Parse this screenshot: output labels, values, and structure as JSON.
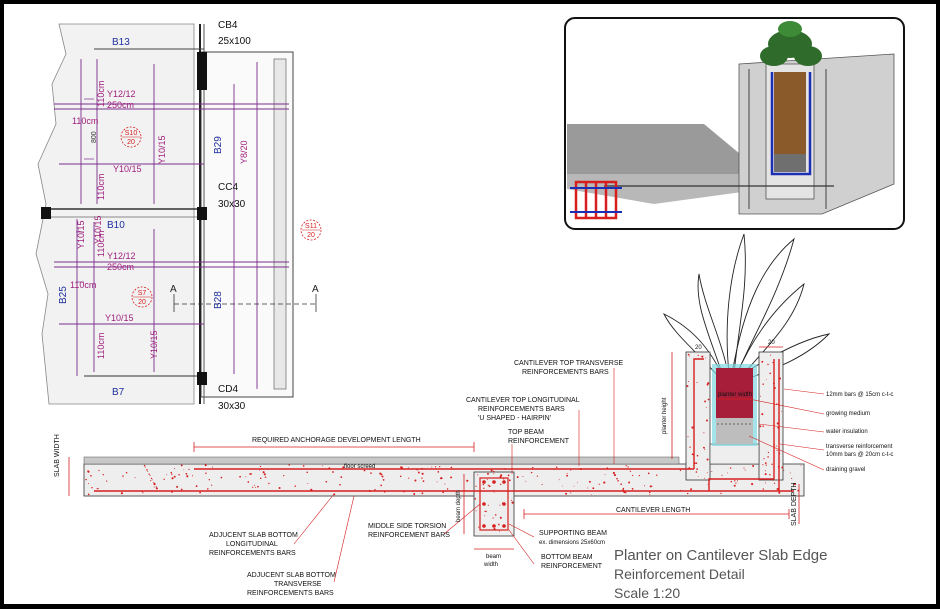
{
  "plan": {
    "beams": [
      "B13",
      "B10",
      "B7",
      "B25",
      "B29",
      "B28"
    ],
    "columns": [
      {
        "name": "CB4",
        "dims": "25x100"
      },
      {
        "name": "CC4",
        "dims": "30x30"
      },
      {
        "name": "CD4",
        "dims": "30x30"
      }
    ],
    "rebar": [
      "Y12/12",
      "250cm",
      "Y10/15",
      "Y10/15",
      "Y12/12",
      "250cm",
      "Y10/15",
      "Y8/20",
      "Y10/15",
      "Y10/15",
      "Y10/15"
    ],
    "dims": [
      "110cm",
      "110cm",
      "110cm",
      "110cm",
      "110cm",
      "110cm",
      "800"
    ],
    "slabs": [
      {
        "top": "S10",
        "bottom": "20"
      },
      {
        "top": "S11",
        "bottom": "20"
      },
      {
        "top": "S7",
        "bottom": "20"
      }
    ],
    "section_marks": [
      "A",
      "A"
    ]
  },
  "section": {
    "labels": {
      "slab_width": "SLAB WIDTH",
      "anchorage": "REQUIRED ANCHORAGE DEVELOPMENT LENGTH",
      "floor_screed": "floor screed",
      "cantilever_top_transverse": [
        "CANTILEVER TOP TRANSVERSE",
        "REINFORCEMENTS BARS"
      ],
      "cantilever_top_longitudinal": [
        "CANTILEVER TOP LONGITUDINAL",
        "REINFORCEMENTS BARS",
        "'U SHAPED - HAIRPIN'"
      ],
      "top_beam": [
        "TOP BEAM",
        "REINFORCEMENT"
      ],
      "beam_depth": "beam depth",
      "planter_height": "planter height",
      "planter_width": "planter width",
      "cantilever_length": "CANTILEVER LENGTH",
      "slab_depth": "SLAB DEPTH",
      "adj_bottom_long": [
        "ADJUCENT SLAB BOTTOM",
        "LONGITUDINAL",
        "REINFORCEMENTS BARS"
      ],
      "adj_bottom_trans": [
        "ADJUCENT SLAB BOTTOM",
        "TRANSVERSE",
        "REINFORCEMENTS BARS"
      ],
      "middle_torsion": [
        "MIDDLE SIDE TORSION",
        "REINFORCEMENT BARS"
      ],
      "supporting_beam": [
        "SUPPORTING BEAM",
        "ex. dimensions 25x60cm"
      ],
      "bottom_beam": [
        "BOTTOM BEAM",
        "REINFORCEMENT"
      ],
      "beam_width": [
        "beam",
        "width"
      ],
      "dim_20a": "20",
      "dim_20b": "20",
      "planter_callouts": [
        "12mm bars @ 15cm c-t-c",
        "growing medium",
        "water insulation",
        "transverse reinforcement",
        "10mm bars @ 20cm c-t-c",
        "draining gravel"
      ]
    }
  },
  "title": {
    "line1": "Planter on Cantilever Slab Edge",
    "line2": "Reinforcement Detail",
    "line3": "Scale 1:20"
  },
  "colors": {
    "plan_line": "#7b2d8b",
    "beam_text": "#1f2f9e",
    "rebar_red": "#d61e1e",
    "concrete": "#eeeeee",
    "screed": "#c8c8c8",
    "insulation": "#7fd7e3",
    "title_text": "#555555"
  }
}
